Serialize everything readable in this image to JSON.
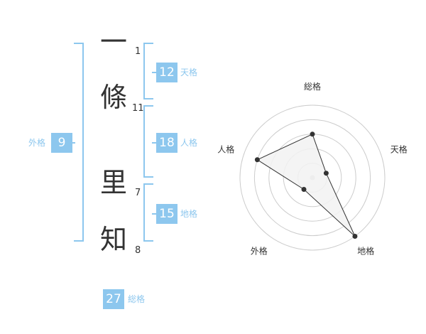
{
  "name": {
    "characters": [
      {
        "char": "一",
        "strokes": "1"
      },
      {
        "char": "條",
        "strokes": "11"
      },
      {
        "char": "里",
        "strokes": "7"
      },
      {
        "char": "知",
        "strokes": "8"
      }
    ]
  },
  "fortune": {
    "tenkaku": {
      "value": "12",
      "label": "天格"
    },
    "jinkaku": {
      "value": "18",
      "label": "人格"
    },
    "chikaku": {
      "value": "15",
      "label": "地格"
    },
    "gaikaku": {
      "value": "9",
      "label": "外格"
    },
    "soukaku": {
      "value": "27",
      "label": "総格"
    }
  },
  "radar": {
    "axes": [
      "総格",
      "天格",
      "地格",
      "外格",
      "人格"
    ],
    "levels": 5,
    "values": [
      3,
      1,
      5,
      1,
      4
    ],
    "max": 5,
    "colors": {
      "ring": "#cccccc",
      "fill": "#f2f2f2",
      "line": "#333333",
      "point": "#333333",
      "center": "#cccccc"
    }
  },
  "colors": {
    "accent": "#8dc7ee",
    "text": "#333333"
  }
}
